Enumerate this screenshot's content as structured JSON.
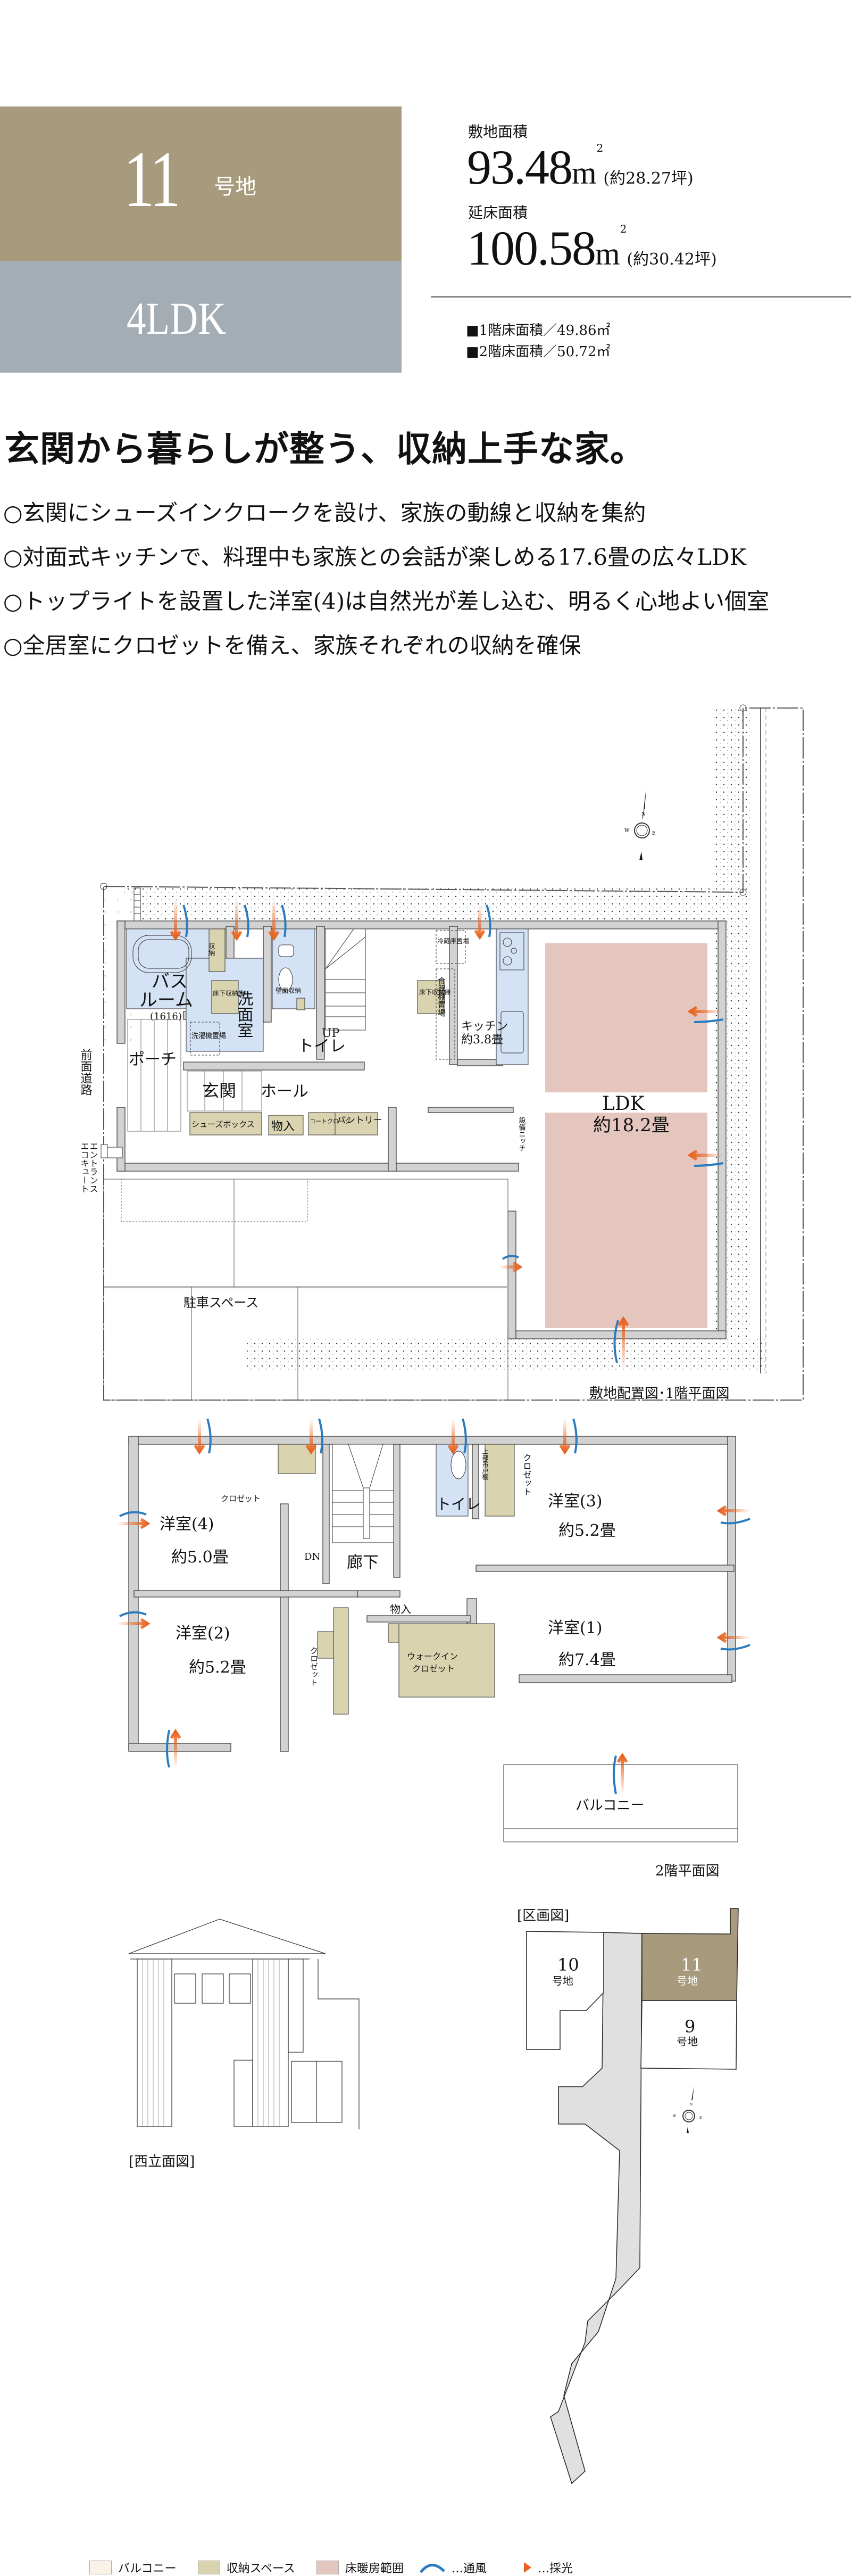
{
  "header": {
    "lot_number": "11",
    "lot_suffix": "号地",
    "layout_type": "4LDK",
    "site_area_label": "敷地面積",
    "site_area_value": "93.48",
    "site_area_unit": "m",
    "site_area_sup": "2",
    "site_area_tsubo": "(約28.27坪)",
    "floor_area_label": "延床面積",
    "floor_area_value": "100.58",
    "floor_area_unit": "m",
    "floor_area_sup": "2",
    "floor_area_tsubo": "(約30.42坪)",
    "first_floor_area": "■1階床面積／49.86㎡",
    "second_floor_area": "■2階床面積／50.72㎡"
  },
  "headline": "玄関から暮らしが整う、収納上手な家。",
  "features": [
    "○玄関にシューズインクロークを設け、家族の動線と収納を集約",
    "○対面式キッチンで、料理中も家族との会話が楽しめる17.6畳の広々LDK",
    "○トップライトを設置した洋室(4)は自然光が差し込む、明るく心地よい個室",
    "○全居室にクロゼットを備え、家族それぞれの収納を確保"
  ],
  "floor1": {
    "caption": "敷地配置図･1階平面図",
    "road_label": "前面道路",
    "entrance_label": "エントランス",
    "unit_label": "エコキュート",
    "rooms": {
      "bath": "バス",
      "bath2": "ルーム",
      "bath_size": "(1616)",
      "storage_small": "収納",
      "underfloor1": "床下収納庫",
      "washroom": "洗面室",
      "washer": "洗濯機置場",
      "wall_storage": "壁面収納",
      "toilet": "トイレ",
      "up": "UP",
      "porch": "ポーチ",
      "genkan": "玄関",
      "hall": "ホール",
      "shoebox": "シューズボックス",
      "monoire": "物入",
      "coat": "コートクローク",
      "pantry": "パントリー",
      "fridge": "冷蔵庫置場",
      "dish": "食器棚置場",
      "underfloor2": "床下収納庫",
      "kitchen": "キッチン",
      "kitchen_size": "約3.8畳",
      "niche": "設備ニッチ",
      "ldk": "LDK",
      "ldk_size": "約18.2畳",
      "parking": "駐車スペース"
    }
  },
  "floor2": {
    "caption": "2階平面図",
    "rooms": {
      "room4": "洋室(4)",
      "room4_size": "約5.0畳",
      "closet4": "クロゼット",
      "room2": "洋室(2)",
      "room2_size": "約5.2畳",
      "closet2": "クロゼット",
      "dn": "DN",
      "corridor": "廊下",
      "monoire": "物入",
      "wic": "ウォークイン",
      "wic2": "クロゼット",
      "toilet": "トイレ",
      "upper_shelf": "上部吊戸棚",
      "closet3": "クロゼット",
      "room3": "洋室(3)",
      "room3_size": "約5.2畳",
      "room1": "洋室(1)",
      "room1_size": "約7.4畳",
      "balcony": "バルコニー"
    }
  },
  "elevation": {
    "caption": "[西立面図]"
  },
  "lot_map": {
    "caption": "[区画図]",
    "lots": [
      {
        "number": "10",
        "suffix": "号地",
        "highlight": false
      },
      {
        "number": "11",
        "suffix": "号地",
        "highlight": true
      },
      {
        "number": "9",
        "suffix": "号地",
        "highlight": false
      }
    ]
  },
  "legend": [
    {
      "label": "バルコニー",
      "color": "#F8F3E6",
      "kind": "swatch"
    },
    {
      "label": "収納スペース",
      "color": "#D9D3B0",
      "kind": "swatch"
    },
    {
      "label": "床暖房範囲",
      "color": "#E4C6BF",
      "kind": "swatch"
    },
    {
      "label": "…通風",
      "color": "#2A7BC0",
      "kind": "wind"
    },
    {
      "label": "…採光",
      "color": "#E8621E",
      "kind": "light"
    }
  ],
  "colors": {
    "lot_brown": "#A89A7C",
    "type_gray": "#A4ACB4",
    "wall": "#D2D2D2",
    "wet_area": "#D3E2F4",
    "storage": "#D9D3B0",
    "floor_heating": "#E4C6BF",
    "light_arrow": "#E8621E",
    "wind_arrow": "#2A7BC0",
    "road": "#E0E0E0"
  }
}
